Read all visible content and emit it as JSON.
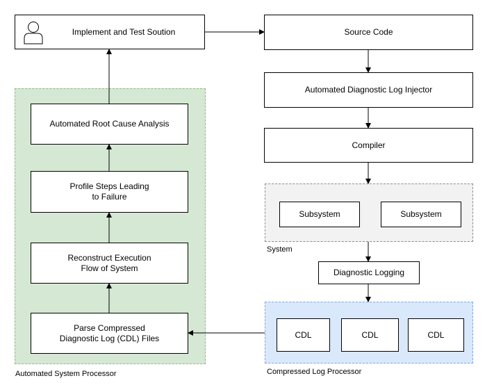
{
  "nodes": {
    "implement": "Implement and Test Soution",
    "source_code": "Source Code",
    "injector": "Automated Diagnostic Log Injector",
    "compiler": "Compiler",
    "subsystem_1": "Subsystem",
    "subsystem_2": "Subsystem",
    "diagnostic_logging": "Diagnostic Logging",
    "cdl_1": "CDL",
    "cdl_2": "CDL",
    "cdl_3": "CDL",
    "root_cause": "Automated Root Cause Analysis",
    "profile_steps": "Profile Steps Leading\nto Failure",
    "reconstruct": "Reconstruct Execution\nFlow of System",
    "parse": "Parse Compressed\nDiagnostic Log (CDL) Files"
  },
  "groups": {
    "system": "System",
    "automated_system_processor": "Automated System Processor",
    "compressed_log_processor": "Compressed Log Processor"
  },
  "colors": {
    "green_group": "#d5e8d4",
    "grey_group": "#f2f2f2",
    "blue_group": "#dae8fc"
  },
  "icons": {
    "implement": "user-icon"
  }
}
